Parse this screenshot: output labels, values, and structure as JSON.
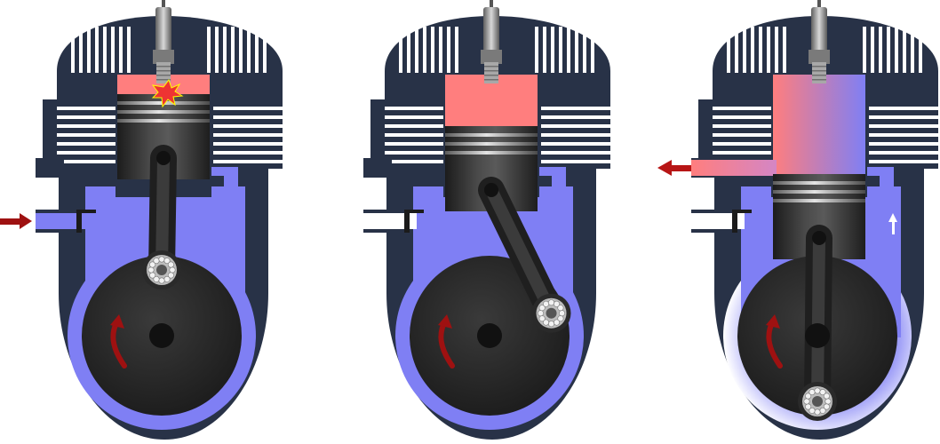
{
  "diagram": {
    "panels": [
      {
        "stage": "ignition-power-stroke",
        "piston_level": 0.0,
        "chamber_fill": "hot",
        "crank_angle_deg": -90,
        "transfer_flow": "none",
        "exhaust_flow": "none",
        "intake_flow": "in"
      },
      {
        "stage": "expansion-power-stroke",
        "piston_level": 0.4,
        "chamber_fill": "hot",
        "crank_angle_deg": -20,
        "transfer_flow": "none",
        "exhaust_flow": "none",
        "intake_flow": "closed"
      },
      {
        "stage": "exhaust-transfer",
        "piston_level": 1.0,
        "chamber_fill": "mixed",
        "crank_angle_deg": 90,
        "transfer_flow": "up",
        "exhaust_flow": "out",
        "intake_flow": "closed"
      }
    ],
    "icons": {
      "spark_plug": "spark-plug-icon",
      "rotation_arrow": "rotation-arrow-icon",
      "flow_arrow": "flow-arrow-icon",
      "spark": "spark-icon"
    },
    "colors": {
      "engine_body": "#283247",
      "fresh_charge": "#7f7ff4",
      "burning_gas": "#ff7e7e",
      "piston_dark": "#232323",
      "piston_light": "#8c8c8c",
      "arrow_red": "#9e1111",
      "exhaust_red": "#b71515",
      "spark_plug_grey": "#9a9a9a",
      "white": "#ffffff"
    }
  }
}
